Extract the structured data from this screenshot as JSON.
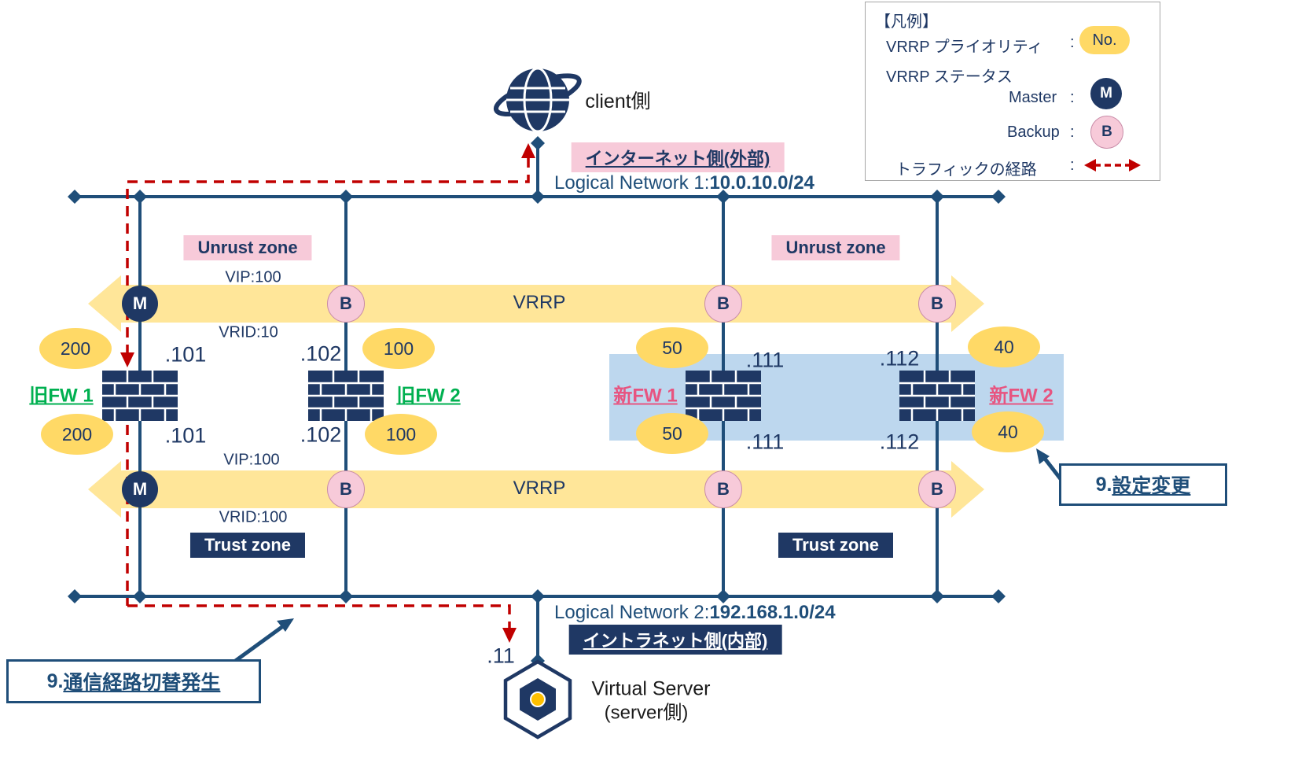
{
  "legend": {
    "title": "【凡例】",
    "priority_label": "VRRP プライオリティ",
    "priority_badge": "No.",
    "status_label": "VRRP ステータス",
    "master_label": "Master",
    "master_badge": "M",
    "backup_label": "Backup",
    "backup_badge": "B",
    "traffic_label": "トラフィックの経路",
    "colon": ":"
  },
  "top": {
    "client_label": "client側",
    "internet_label": "インターネット側(外部)",
    "network1_prefix": "Logical Network 1:",
    "network1_cidr": "10.0.10.0/24"
  },
  "zones": {
    "unrust": "Unrust zone",
    "trust": "Trust zone"
  },
  "vrrp_top": {
    "vip": "VIP:100",
    "vrid": "VRID:10",
    "label": "VRRP"
  },
  "vrrp_bottom": {
    "vip": "VIP:100",
    "vrid": "VRID:100",
    "label": "VRRP"
  },
  "firewalls": [
    {
      "name": "旧FW 1",
      "ip_top": ".101",
      "ip_bottom": ".101",
      "priority_top": "200",
      "priority_bottom": "200",
      "status_top": "M",
      "status_bottom": "M"
    },
    {
      "name": "旧FW 2",
      "ip_top": ".102",
      "ip_bottom": ".102",
      "priority_top": "100",
      "priority_bottom": "100",
      "status_top": "B",
      "status_bottom": "B"
    },
    {
      "name": "新FW 1",
      "ip_top": ".111",
      "ip_bottom": ".111",
      "priority_top": "50",
      "priority_bottom": "50",
      "status_top": "B",
      "status_bottom": "B"
    },
    {
      "name": "新FW 2",
      "ip_top": ".112",
      "ip_bottom": ".112",
      "priority_top": "40",
      "priority_bottom": "40",
      "status_top": "B",
      "status_bottom": "B"
    }
  ],
  "bottom": {
    "network2_prefix": "Logical Network 2:",
    "network2_cidr": "192.168.1.0/24",
    "intranet_label": "イントラネット側(内部)",
    "server_ip": ".11",
    "server_label": "Virtual Server",
    "server_sublabel": "(server側)"
  },
  "callouts": {
    "config_change_num": "9.",
    "config_change_label": "設定変更",
    "route_switch_num": "9.",
    "route_switch_label": "通信経路切替発生"
  },
  "colors": {
    "navy": "#1F3864",
    "line_blue": "#1F4E79",
    "pink_bg": "#F7CAD9",
    "orange_band": "#FFE699",
    "orange_oval": "#FFD966",
    "light_blue_panel": "#BDD7EE",
    "red_path": "#C00000",
    "old_fw_green": "#00B050",
    "new_fw_pink": "#E75480"
  }
}
